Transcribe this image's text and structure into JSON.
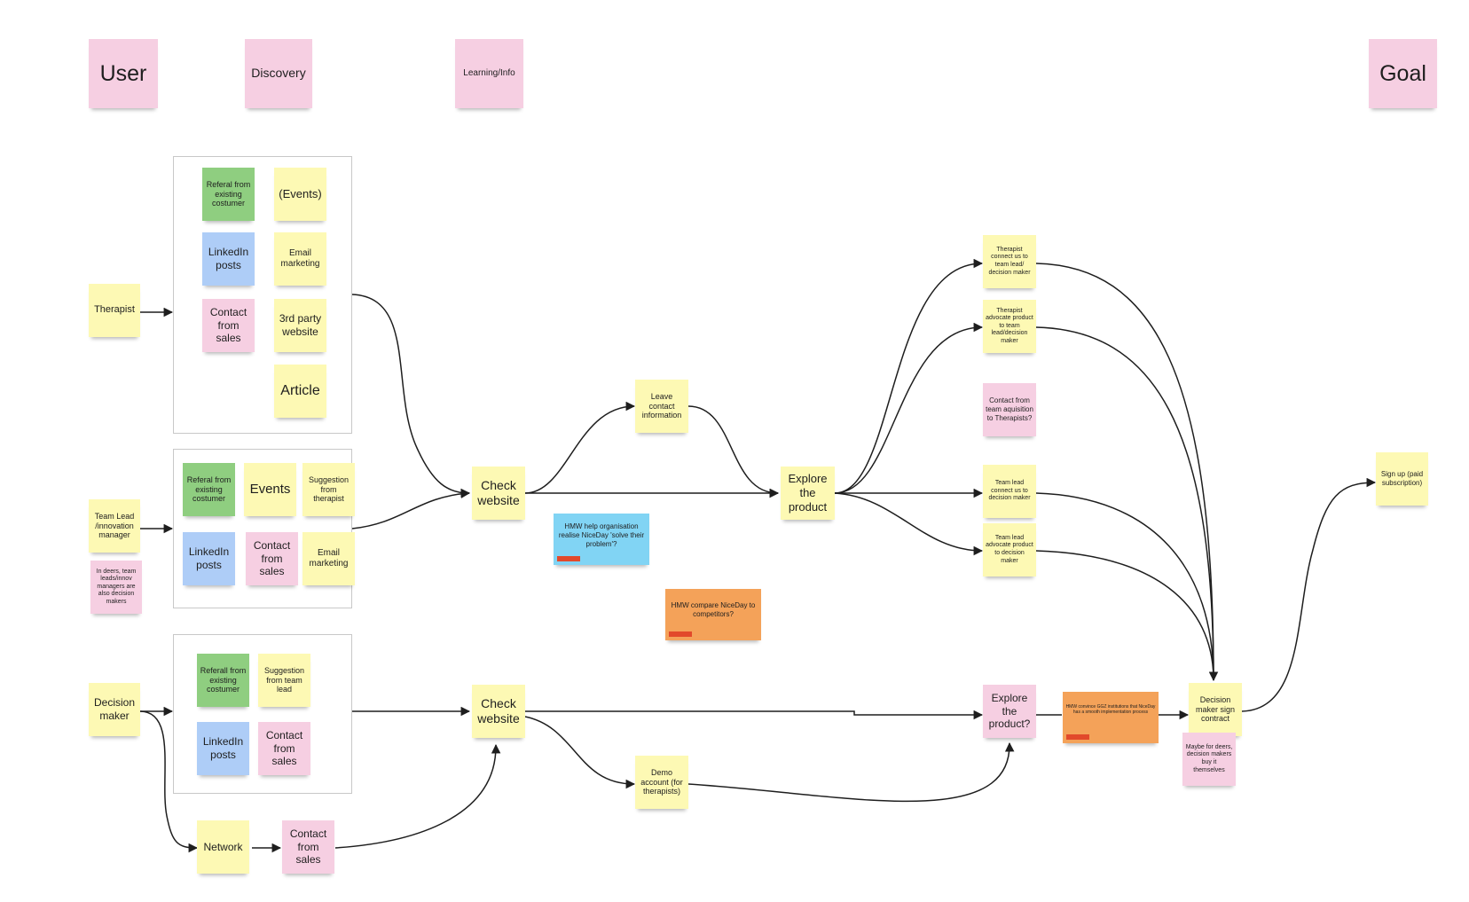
{
  "colors": {
    "yellow": "#fdf9b4",
    "pink": "#f6cfe2",
    "green": "#8fce80",
    "blue": "#aecdf7",
    "cyan": "#81d4f4",
    "orange": "#f4a259",
    "tag": "#e2492b"
  },
  "headers": {
    "user": "User",
    "discovery": "Discovery",
    "learning": "Learning/Info",
    "goal": "Goal"
  },
  "row1": {
    "persona": "Therapist",
    "discovery": {
      "referral": "Referal from existing costumer",
      "events": "(Events)",
      "linkedin": "LinkedIn posts",
      "email": "Email marketing",
      "contact_sales": "Contact from sales",
      "third_party": "3rd party website",
      "article": "Article"
    },
    "check_website": "Check website",
    "leave_contact": "Leave contact information",
    "explore": "Explore the product",
    "outcomes": {
      "connect": "Therapist connect us to team lead/ decision maker",
      "advocate": "Therapist advocate product to team lead/decision maker",
      "contact_team": "Contact from team aquisition to Therapists?"
    }
  },
  "row2": {
    "persona": "Team Lead /innovation manager",
    "persona_note": "In deers, team leads/innov managers are also decision makers",
    "discovery": {
      "referral": "Referal from existing costumer",
      "events": "Events",
      "suggestion": "Suggestion from therapist",
      "linkedin": "LinkedIn posts",
      "contact_sales": "Contact from sales",
      "email": "Email marketing"
    },
    "outcomes": {
      "connect": "Team lead connect us to decision maker",
      "advocate": "Team lead advocate product to decision maker"
    }
  },
  "hmw": {
    "solve_problem": "HMW help organisation realise NiceDay 'solve their problem'?",
    "compare": "HMW compare NiceDay to competitors?",
    "convince": "HMW convince GGZ institutions that NiceDay has a smooth implementation process"
  },
  "row3": {
    "persona": "Decision maker",
    "discovery": {
      "referral": "Referall from existing costumer",
      "suggestion": "Suggestion from team lead",
      "linkedin": "LinkedIn posts",
      "contact_sales": "Contact from sales"
    },
    "network": "Network",
    "network_contact": "Contact from sales",
    "check_website": "Check website",
    "demo_account": "Demo account (for therapists)",
    "explore": "Explore the product?",
    "sign_contract": "Decision maker sign contract",
    "sign_note": "Maybe for deers, decision makers buy it themselves"
  },
  "goal": {
    "sign_up": "Sign up (paid subscription)"
  }
}
